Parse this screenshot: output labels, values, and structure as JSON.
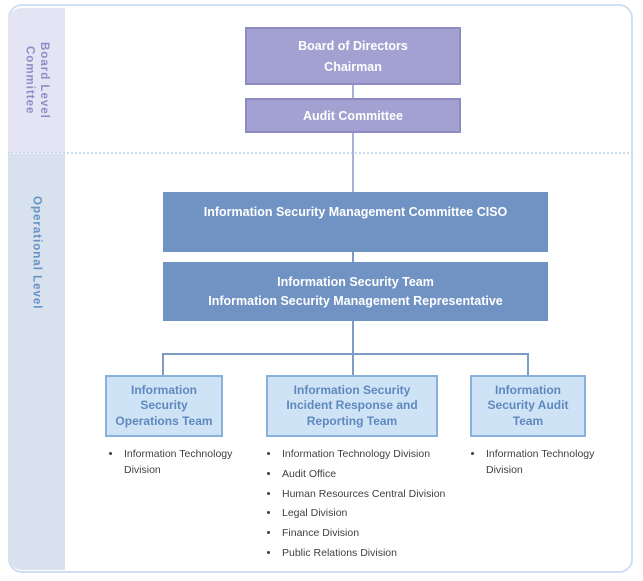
{
  "sidebar": {
    "board_level": {
      "line1": "Board Level",
      "line2": "Committee"
    },
    "operational_level": "Operational Level"
  },
  "boxes": {
    "board_of_directors": {
      "line1": "Board of Directors",
      "line2": "Chairman"
    },
    "audit_committee": "Audit Committee",
    "ciso_committee": "Information Security Management Committee CISO",
    "security_team": {
      "line1": "Information Security Team",
      "line2": "Information Security Management Representative"
    },
    "operations_team": "Information Security Operations Team",
    "incident_team": "Information Security Incident Response and Reporting Team",
    "audit_team": "Information Security Audit Team"
  },
  "lists": {
    "operations_team": {
      "items": [
        "Information Technology Division"
      ]
    },
    "incident_team": {
      "items": [
        "Information Technology Division",
        "Audit Office",
        "Human Resources Central Division",
        "Legal Division",
        "Finance Division",
        "Public Relations Division"
      ]
    },
    "audit_team": {
      "items": [
        "Information Technology Division"
      ]
    }
  },
  "colors": {
    "frame_border": "#cfe0f2",
    "board_section_bg": "#e4e4f4",
    "board_section_text": "#8f8dc7",
    "operational_section_bg": "#d8e2ef",
    "operational_section_text": "#6792c0",
    "purple_box_bg": "#a3a1d1",
    "purple_box_border": "#8d8bc1",
    "blue_box_bg": "#7093c4",
    "lightblue_box_bg": "#cfe3f6",
    "lightblue_box_border": "#8ab1d9",
    "lightblue_box_text": "#5f89bd",
    "box_text": "#ffffff",
    "list_text": "#3f3f3f"
  }
}
